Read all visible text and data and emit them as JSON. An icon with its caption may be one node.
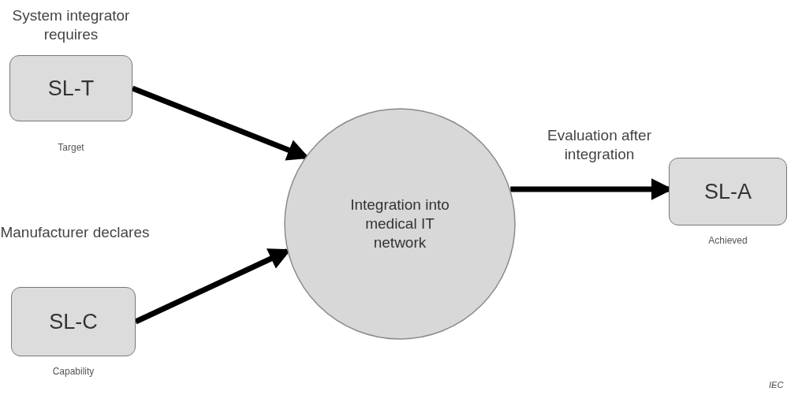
{
  "diagram": {
    "nodes": [
      {
        "text": [
          "System integrator requires",
          "SL-T"
        ],
        "beside": [
          "Target"
        ]
      },
      {
        "text": [
          "Manufacturer declares",
          "SL-C"
        ],
        "beside": [
          "Capability"
        ]
      },
      {
        "text": [
          "Integration into medical IT network"
        ]
      },
      {
        "text": [
          "SL-A"
        ],
        "beside": [
          "Achieved"
        ]
      }
    ],
    "edges": [
      {
        "from": 0,
        "to": 2,
        "arrow": "to"
      },
      {
        "from": 1,
        "to": 2,
        "arrow": "to"
      },
      {
        "from": 2,
        "to": 3,
        "arrow": "to",
        "label": "Evaluation after integration"
      }
    ],
    "labels": [
      "IEC"
    ]
  }
}
